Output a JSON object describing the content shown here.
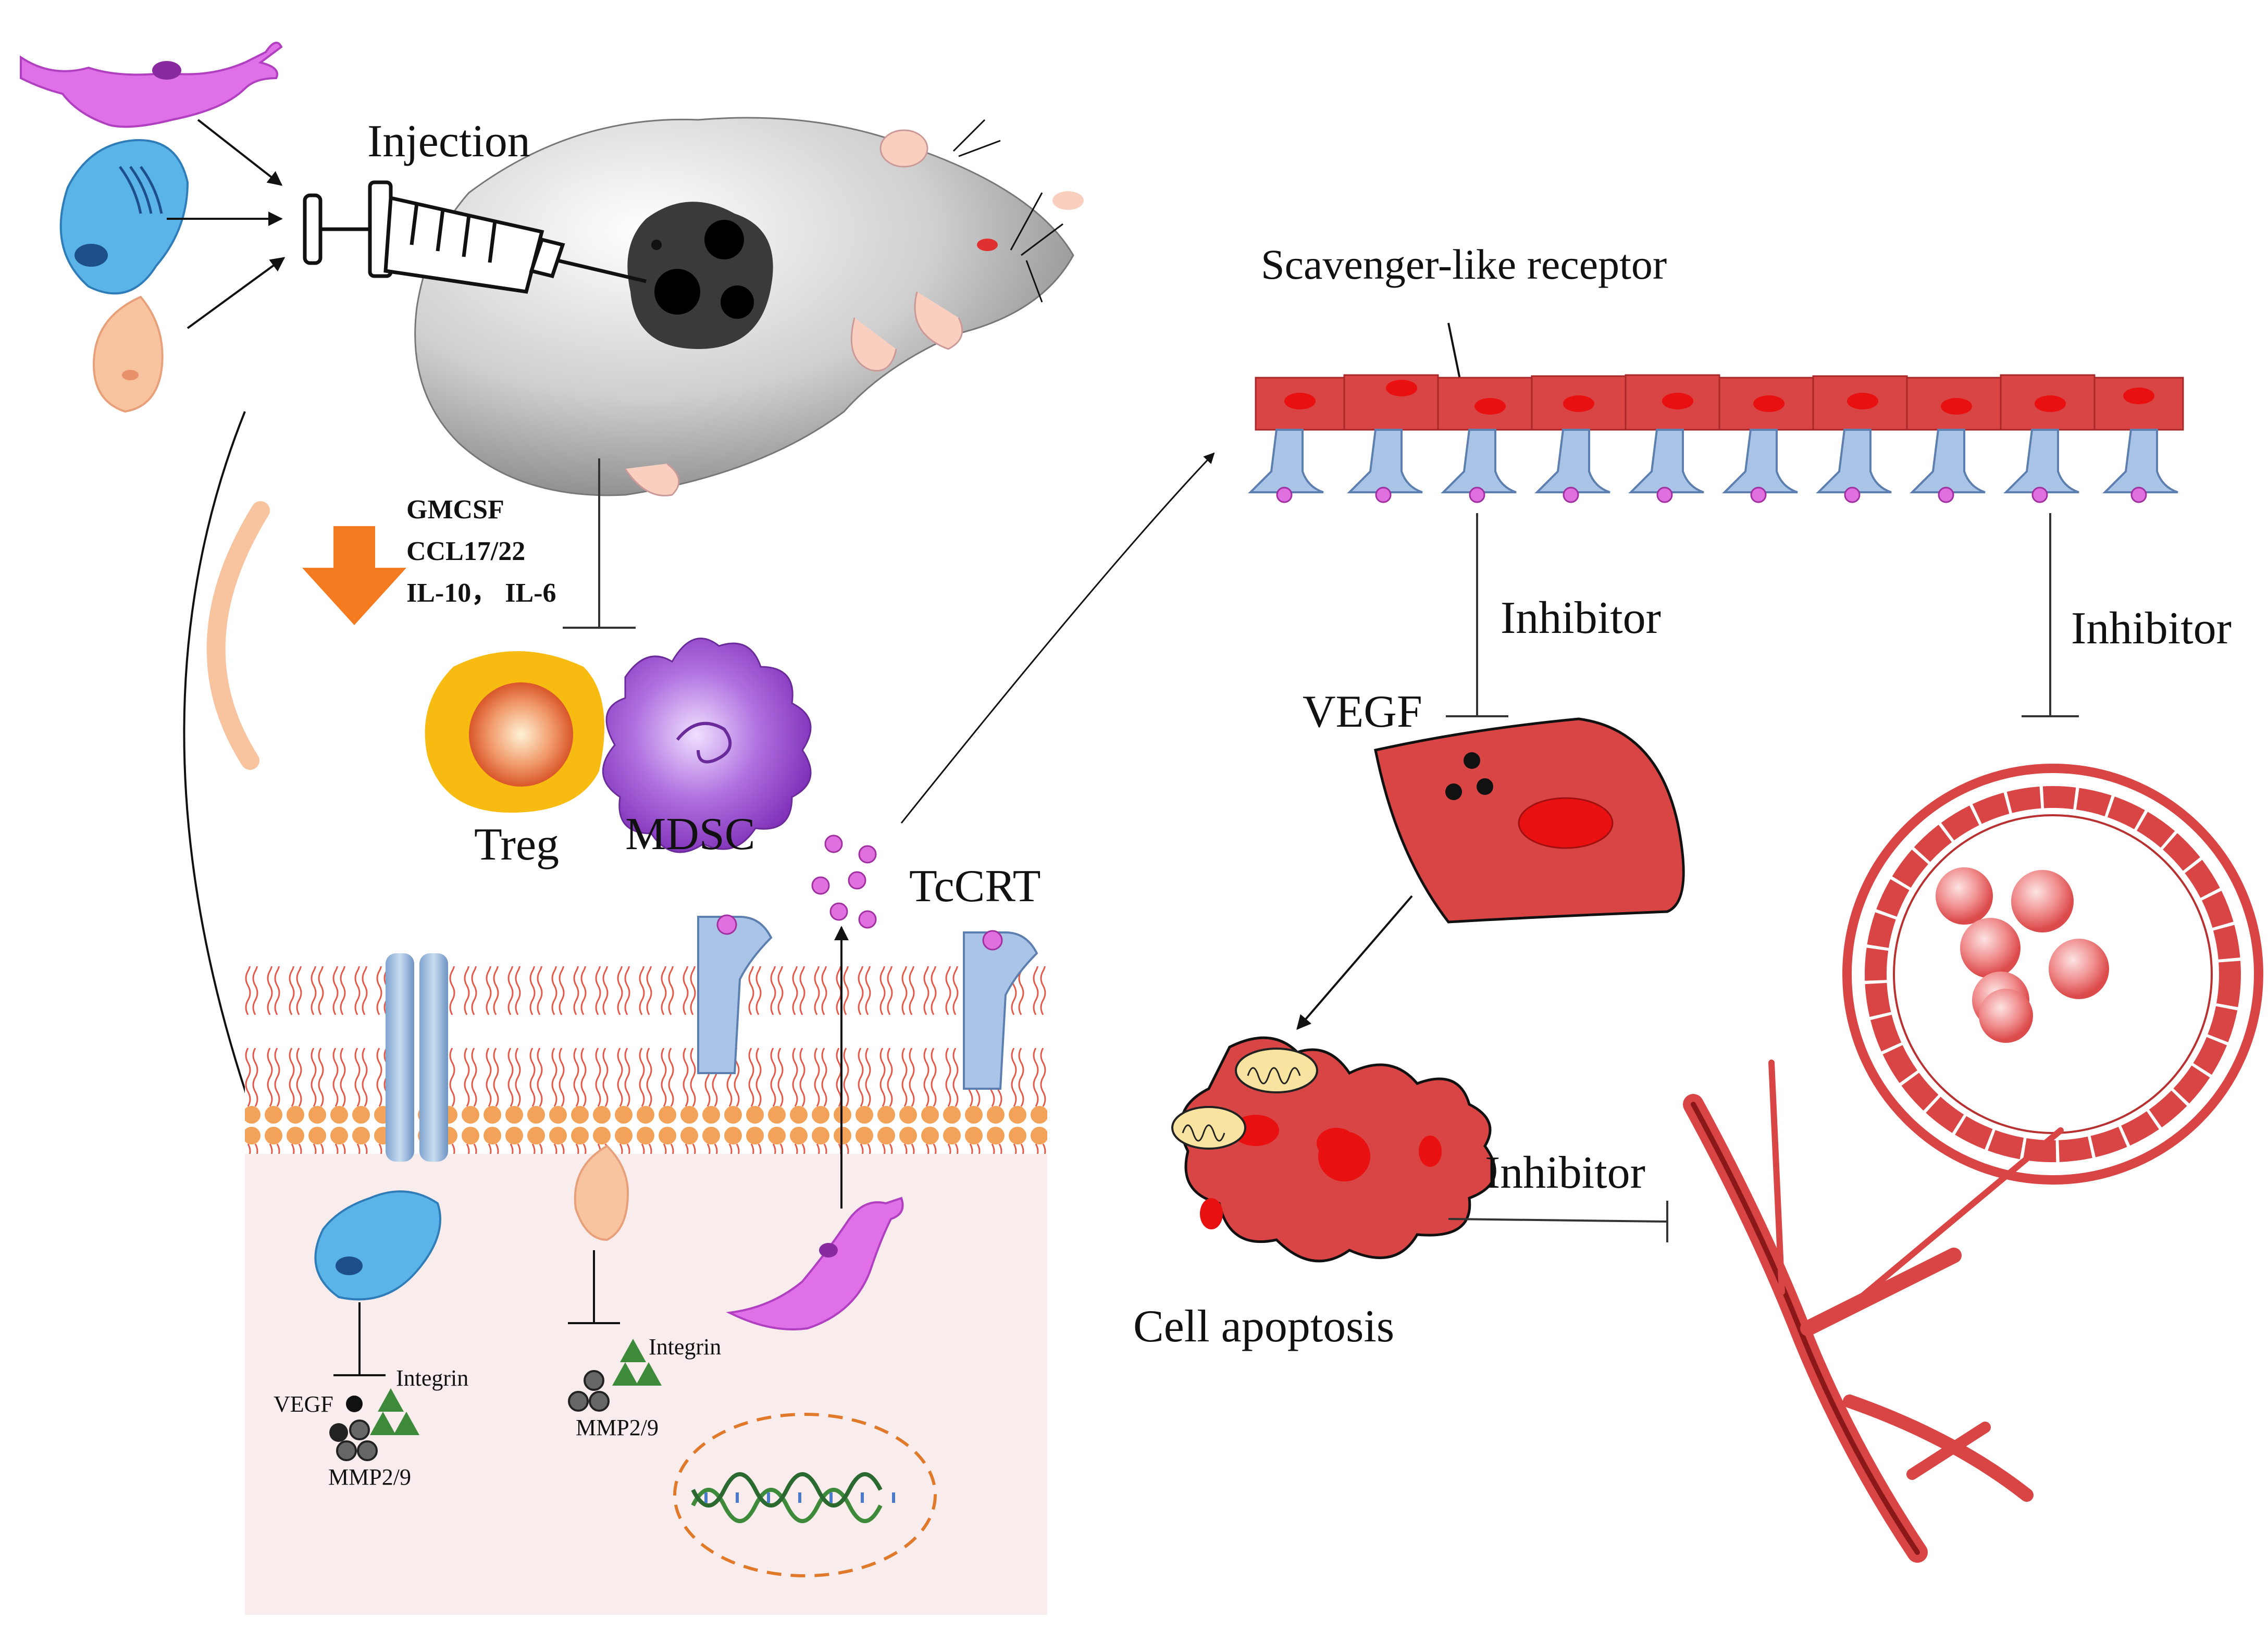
{
  "labels": {
    "injection": "Injection",
    "scavenger_receptor": "Scavenger-like receptor",
    "gmcsf": "GMCSF",
    "ccl": "CCL17/22",
    "il": "IL-10， IL-6",
    "treg": "Treg",
    "mdsc": "MDSC",
    "tccrt": "TcCRT",
    "inhibitor_1": "Inhibitor",
    "inhibitor_2": "Inhibitor",
    "inhibitor_3": "Inhibitor",
    "vegf_endothelial": "VEGF",
    "cell_apoptosis": "Cell apoptosis",
    "vegf_small": "VEGF",
    "integrin_1": "Integrin",
    "mmp_1": "MMP2/9",
    "integrin_2": "Integrin",
    "mmp_2": "MMP2/9"
  },
  "colors": {
    "parasite_magenta": "#e070e8",
    "parasite_blue": "#5bb4e8",
    "parasite_peach": "#f8c4a0",
    "mouse_gray": "#9a9a9a",
    "tumor_dark": "#2a2a2a",
    "endothelial_red": "#d94545",
    "receptor_blue": "#a9c4e6",
    "tccrt_pink": "#e070e0",
    "membrane_orange": "#f3a25a",
    "cytoplasm_pink": "#f9ecec",
    "treg_yellow": "#f8bb12",
    "mdsc_purple": "#8e3fc0",
    "down_arrow_orange": "#f47b20",
    "integrin_green": "#3c8a3a",
    "dna_ellipse": "#e07a2a"
  },
  "icons": [
    "syringe-icon",
    "mouse-icon",
    "trypanosome-icon",
    "leishmania-icon",
    "promastigote-icon",
    "dna-icon",
    "blood-vessel-icon"
  ]
}
